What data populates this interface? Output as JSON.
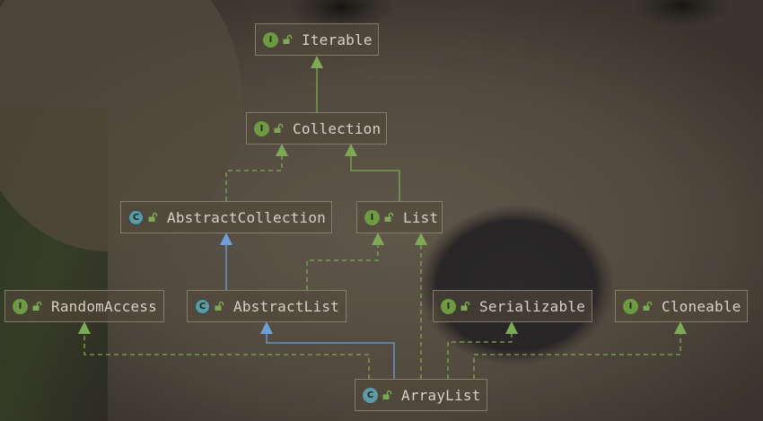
{
  "colors": {
    "interface_badge": "#6e9a43",
    "class_badge": "#5b9aa6",
    "implements_edge": "#7eaa55",
    "extends_class_edge": "#6e9fd8",
    "node_text": "#d8d0c4"
  },
  "nodes": {
    "iterable": {
      "label": "Iterable",
      "kind": "interface",
      "badge": "I"
    },
    "collection": {
      "label": "Collection",
      "kind": "interface",
      "badge": "I"
    },
    "abstract_collection": {
      "label": "AbstractCollection",
      "kind": "abstract-class",
      "badge": "C"
    },
    "list": {
      "label": "List",
      "kind": "interface",
      "badge": "I"
    },
    "random_access": {
      "label": "RandomAccess",
      "kind": "interface",
      "badge": "I"
    },
    "abstract_list": {
      "label": "AbstractList",
      "kind": "abstract-class",
      "badge": "C"
    },
    "serializable": {
      "label": "Serializable",
      "kind": "interface",
      "badge": "I"
    },
    "cloneable": {
      "label": "Cloneable",
      "kind": "interface",
      "badge": "I"
    },
    "array_list": {
      "label": "ArrayList",
      "kind": "class",
      "badge": "C"
    }
  },
  "edges": [
    {
      "from": "Collection",
      "to": "Iterable",
      "type": "interface-extends"
    },
    {
      "from": "List",
      "to": "Collection",
      "type": "interface-extends"
    },
    {
      "from": "AbstractCollection",
      "to": "Collection",
      "type": "implements"
    },
    {
      "from": "AbstractList",
      "to": "AbstractCollection",
      "type": "class-extends"
    },
    {
      "from": "AbstractList",
      "to": "List",
      "type": "implements"
    },
    {
      "from": "ArrayList",
      "to": "AbstractList",
      "type": "class-extends"
    },
    {
      "from": "ArrayList",
      "to": "List",
      "type": "implements"
    },
    {
      "from": "ArrayList",
      "to": "RandomAccess",
      "type": "implements"
    },
    {
      "from": "ArrayList",
      "to": "Serializable",
      "type": "implements"
    },
    {
      "from": "ArrayList",
      "to": "Cloneable",
      "type": "implements"
    }
  ]
}
